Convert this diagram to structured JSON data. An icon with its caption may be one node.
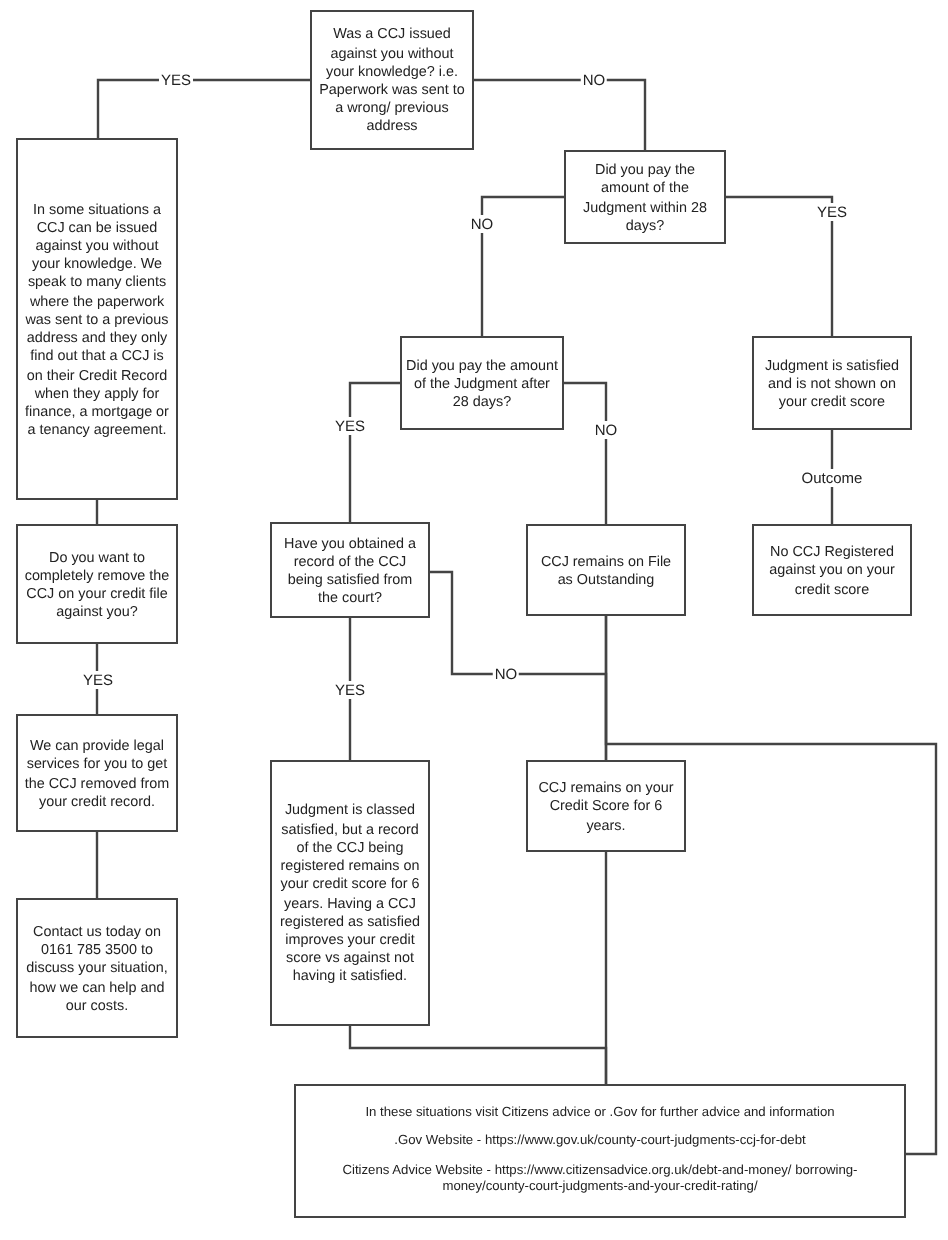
{
  "diagram": {
    "nodes": [
      {
        "text": [
          "Was a CCJ issued against you without your knowledge? i.e. Paperwork was sent to a wrong/ previous address"
        ]
      },
      {
        "text": [
          "In some situations a CCJ can be issued against you without your knowledge. We speak to many clients where the paperwork was sent to a previous address and they only find out that a CCJ is on their Credit Record when they apply for finance, a mortgage or a tenancy agreement."
        ]
      },
      {
        "text": [
          "Did you pay the amount of the Judgment within 28 days?"
        ]
      },
      {
        "text": [
          "Did you pay the amount of the Judgment after 28 days?"
        ]
      },
      {
        "text": [
          "Judgment is satisfied and is not shown on your credit score"
        ]
      },
      {
        "text": [
          "Do you want to completely remove the CCJ on your credit file against you?"
        ]
      },
      {
        "text": [
          "Have you obtained a record of the CCJ being satisfied from the court?"
        ]
      },
      {
        "text": [
          "CCJ remains on File as Outstanding"
        ]
      },
      {
        "text": [
          "No CCJ Registered against you on your credit score"
        ]
      },
      {
        "text": [
          "We can provide legal services for you to get the CCJ removed from your credit record."
        ]
      },
      {
        "text": [
          "CCJ remains on your Credit Score for 6 years."
        ]
      },
      {
        "text": [
          "Judgment is classed satisfied, but a record of the CCJ being registered remains on your credit score for 6 years. Having a CCJ registered as satisfied improves your credit score vs against not having it satisfied."
        ]
      },
      {
        "text": [
          "Contact us today on 0161 785 3500 to discuss your situation, how we can help and our costs."
        ]
      },
      {
        "text": [
          "In these situations visit Citizens advice or .Gov for further advice and information",
          ".Gov Website -  https://www.gov.uk/county-court-judgments-ccj-for-debt",
          "Citizens Advice Website - https://www.citizensadvice.org.uk/debt-and-money/ borrowing-money/county-court-judgments-and-your-credit-rating/"
        ]
      }
    ],
    "edges": [
      {
        "from": 0,
        "to": 1,
        "arrow": "none",
        "label": "YES"
      },
      {
        "from": 0,
        "to": 2,
        "arrow": "none",
        "label": "NO"
      },
      {
        "from": 2,
        "to": 3,
        "arrow": "none",
        "label": "NO"
      },
      {
        "from": 2,
        "to": 4,
        "arrow": "none",
        "label": "YES"
      },
      {
        "from": 3,
        "to": 6,
        "arrow": "none",
        "label": "YES"
      },
      {
        "from": 3,
        "to": 7,
        "arrow": "none",
        "label": "NO"
      },
      {
        "from": 4,
        "to": 8,
        "arrow": "none",
        "label": "Outcome"
      },
      {
        "from": 1,
        "to": 5,
        "arrow": "none"
      },
      {
        "from": 5,
        "to": 9,
        "arrow": "none",
        "label": "YES"
      },
      {
        "from": 9,
        "to": 12,
        "arrow": "none"
      },
      {
        "from": 6,
        "to": 11,
        "arrow": "none",
        "label": "YES"
      },
      {
        "from": 6,
        "to": 10,
        "arrow": "none",
        "label": "NO"
      },
      {
        "from": 7,
        "to": 10,
        "arrow": "none"
      },
      {
        "from": 11,
        "to": 13,
        "arrow": "none"
      },
      {
        "from": 10,
        "to": 13,
        "arrow": "none"
      },
      {
        "from": 7,
        "to": 13,
        "arrow": "none"
      }
    ]
  }
}
